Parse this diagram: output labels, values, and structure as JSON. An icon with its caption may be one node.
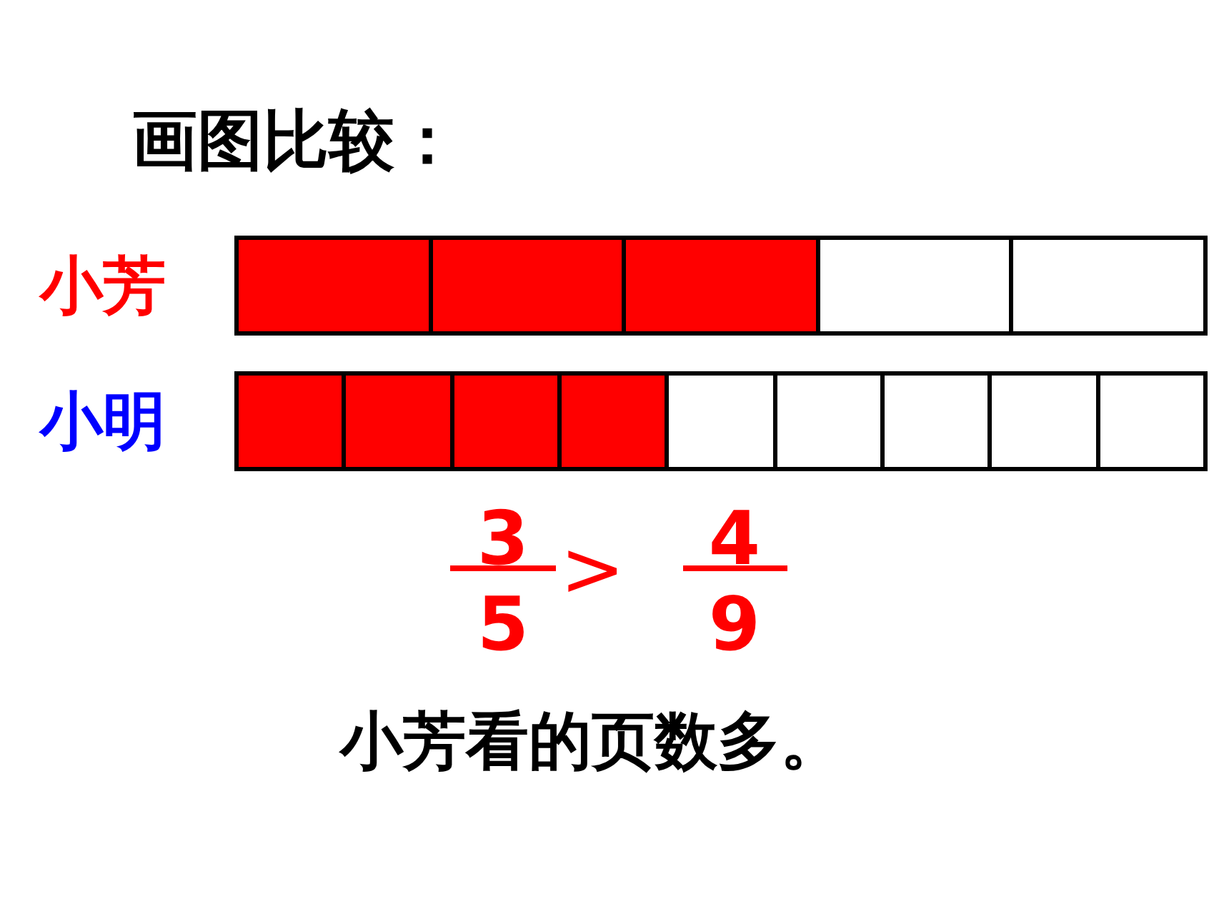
{
  "diagram": {
    "title": "画图比较：",
    "nodes": [
      {
        "text": [],
        "shape": "bar",
        "beside": [
          "小芳"
        ]
      },
      {
        "text": [],
        "shape": "block",
        "in": 0
      },
      {
        "text": [],
        "shape": "block",
        "in": 0
      },
      {
        "text": [],
        "shape": "block",
        "in": 0
      },
      {
        "text": [],
        "shape": "box",
        "in": 0
      },
      {
        "text": [],
        "shape": "box",
        "in": 0
      },
      {
        "text": [],
        "shape": "bar",
        "beside": [
          "小明"
        ]
      },
      {
        "text": [],
        "shape": "block",
        "in": 6
      },
      {
        "text": [],
        "shape": "block",
        "in": 6
      },
      {
        "text": [],
        "shape": "block",
        "in": 6
      },
      {
        "text": [],
        "shape": "block",
        "in": 6
      },
      {
        "text": [],
        "shape": "box",
        "in": 6
      },
      {
        "text": [],
        "shape": "box",
        "in": 6
      },
      {
        "text": [],
        "shape": "box",
        "in": 6
      },
      {
        "text": [],
        "shape": "box",
        "in": 6
      },
      {
        "text": [],
        "shape": "box",
        "in": 6
      }
    ],
    "labels": [
      "3",
      "5",
      ">",
      "4",
      "9",
      "小芳看的页数多。"
    ]
  }
}
